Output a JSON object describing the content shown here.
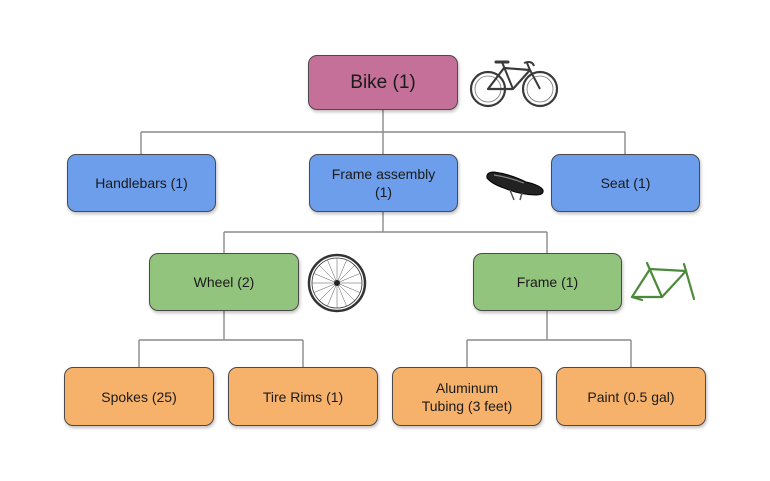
{
  "colors": {
    "root": "#c57099",
    "level1": "#6d9eeb",
    "level2": "#93c47d",
    "level3": "#f6b26b",
    "connector": "#8a8a8a"
  },
  "nodes": {
    "bike": "Bike (1)",
    "handlebars": "Handlebars (1)",
    "frame_assembly": "Frame assembly\n(1)",
    "seat": "Seat (1)",
    "wheel": "Wheel (2)",
    "frame": "Frame (1)",
    "spokes": "Spokes (25)",
    "tire_rims": "Tire Rims (1)",
    "aluminum_tubing": "Aluminum\nTubing (3 feet)",
    "paint": "Paint (0.5 gal)"
  },
  "icons": [
    "bicycle-icon",
    "bike-seat-icon",
    "wheel-icon",
    "bike-frame-icon"
  ]
}
